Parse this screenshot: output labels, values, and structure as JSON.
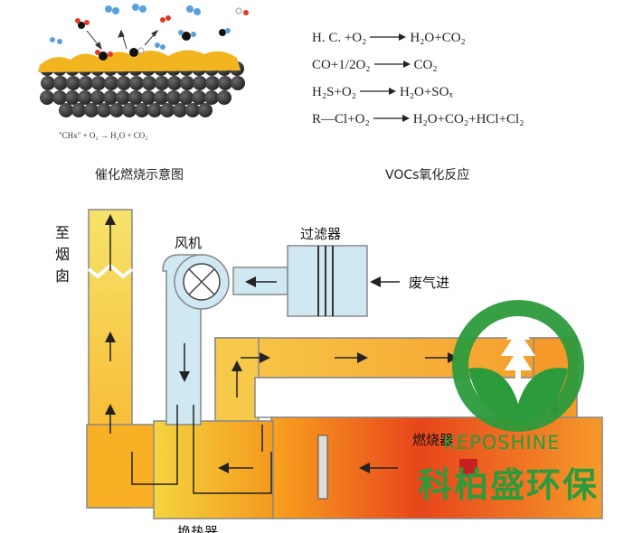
{
  "catalyst": {
    "equation_mol": "\"CHx\" + O₂  →  H₂O + CO₂",
    "caption": "催化燃烧示意图"
  },
  "reactions": {
    "lines": [
      {
        "lhs": "H. C. +O₂",
        "rhs": "H₂O+CO₂"
      },
      {
        "lhs": "CO+1/2O₂",
        "rhs": "CO₂"
      },
      {
        "lhs": "H₂S+O₂",
        "rhs": "H₂O+SOₓ"
      },
      {
        "lhs": "R—Cl+O₂",
        "rhs": "H₂O+CO₂+HCl+Cl₂"
      }
    ],
    "caption": "VOCs氧化反应"
  },
  "process": {
    "chimney_label": "至烟囱",
    "fan_label": "风机",
    "filter_label": "过滤器",
    "inlet_label": "废气进",
    "burner_label": "燃烧器",
    "exchanger_label": "换热器"
  },
  "brand": {
    "name_en": "KEPOSHINE",
    "name_cn": "科柏盛环保",
    "color": "#2c9b3c"
  },
  "colors": {
    "flow_light": "#cfe8f2",
    "flow_hot": "#f7941d",
    "flow_hotter": "#e8451b",
    "catalyst": "#f2b51f",
    "ball": "#3a3a3a"
  }
}
